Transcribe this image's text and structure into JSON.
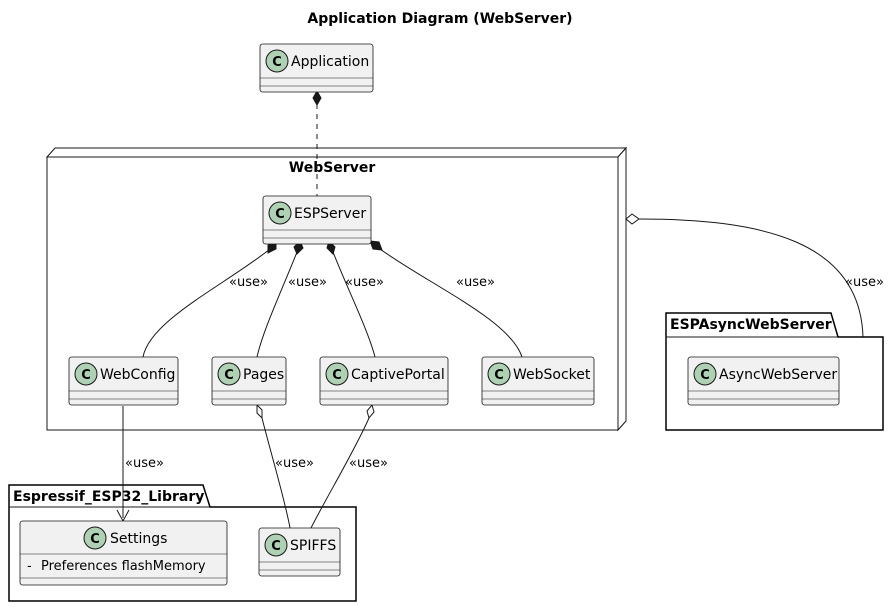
{
  "title": "Application Diagram (WebServer)",
  "class_icon_letter": "C",
  "stereotype": "«use»",
  "node": {
    "name": "WebServer"
  },
  "packages": {
    "esp_async": "ESPAsyncWebServer",
    "espressif": "Espressif_ESP32_Library"
  },
  "classes": {
    "application": "Application",
    "espserver": "ESPServer",
    "webconfig": "WebConfig",
    "pages": "Pages",
    "captiveportal": "CaptivePortal",
    "websocket": "WebSocket",
    "asyncwebserver": "AsyncWebServer",
    "settings": "Settings",
    "spiffs": "SPIFFS"
  },
  "settings_attribute": {
    "visibility": "-",
    "text": "Preferences flashMemory"
  },
  "colors": {
    "class_fill": "#f1f1f1",
    "class_icon": "#add1b2",
    "stroke": "#181818"
  }
}
